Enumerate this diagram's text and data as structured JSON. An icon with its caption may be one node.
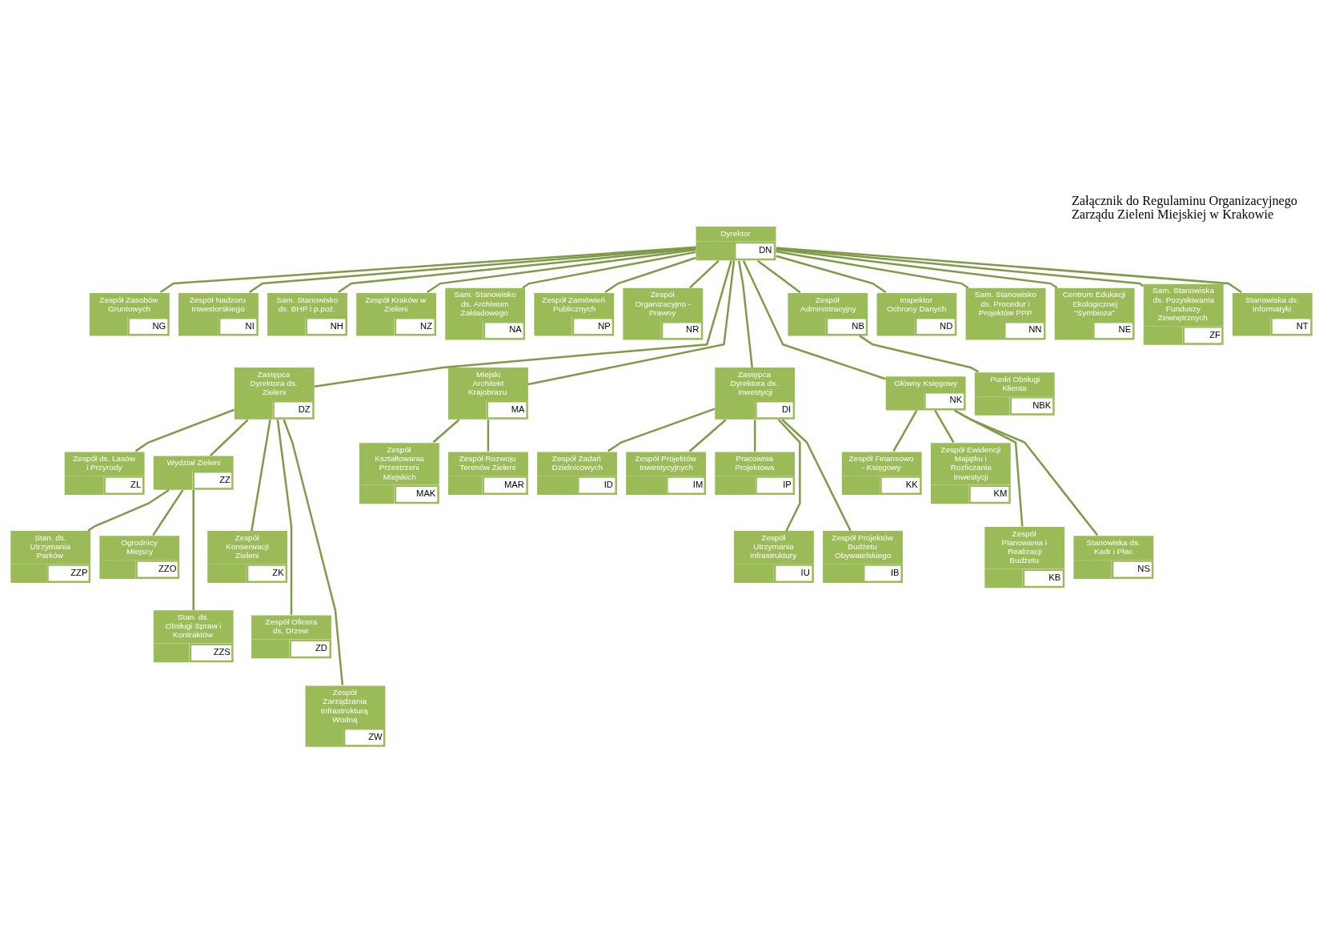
{
  "diagram": {
    "title": "Załącznik do Regulaminu Organizacyjnego Zarządu Zieleni Miejskiej w Krakowie",
    "nodes": [
      {
        "text": [
          "Dyrektor",
          "DN"
        ]
      },
      {
        "text": [
          "Zespół Zasobów Gruntowych",
          "NG"
        ]
      },
      {
        "text": [
          "Zespół Nadzoru Inwestorskiego",
          "NI"
        ]
      },
      {
        "text": [
          "Sam. Stanowisko ds. BHP i p.poż.",
          "NH"
        ]
      },
      {
        "text": [
          "Zespół Kraków w Zieleni",
          "NZ"
        ]
      },
      {
        "text": [
          "Sam. Stanowisko ds. Archiwum Zakładowego",
          "NA"
        ]
      },
      {
        "text": [
          "Zespół Zamówień Publicznych",
          "NP"
        ]
      },
      {
        "text": [
          "Zespół Organizacyjno - Prawny",
          "NR"
        ]
      },
      {
        "text": [
          "Zespół Administracyjny",
          "NB"
        ]
      },
      {
        "text": [
          "Inspektor Ochrony Danych",
          "ND"
        ]
      },
      {
        "text": [
          "Sam. Stanowisko ds. Procedur i Projektów PPP",
          "NN"
        ]
      },
      {
        "text": [
          "Punkt Obsługi Klienta",
          "NBK"
        ]
      },
      {
        "text": [
          "Centrum Edukacji Ekologicznej \"Symbioza\"",
          "NE"
        ]
      },
      {
        "text": [
          "Sam. Stanowiska ds. Pozyskiwania Funduszy Zewnętrznych",
          "ZF"
        ]
      },
      {
        "text": [
          "Stanowiska ds. Informatyki",
          "NT"
        ]
      },
      {
        "text": [
          "Zastępca Dyrektora ds. Zieleni",
          "DZ"
        ]
      },
      {
        "text": [
          "Miejski Architekt Krajobrazu",
          "MA"
        ]
      },
      {
        "text": [
          "Zastępca Dyrektora ds. Inwestycji",
          "DI"
        ]
      },
      {
        "text": [
          "Główny Księgowy",
          "NK"
        ]
      },
      {
        "text": [
          "Zespół ds. Lasów i Przyrody",
          "ZL"
        ]
      },
      {
        "text": [
          "Wydział Zieleni",
          "ZZ"
        ]
      },
      {
        "text": [
          "Zespół Kształtowania Przestrzeni Miejskich",
          "MAK"
        ]
      },
      {
        "text": [
          "Zespół Rozwoju Terenów Zieleni",
          "MAR"
        ]
      },
      {
        "text": [
          "Zespół Zadań Dzielnicowych",
          "ID"
        ]
      },
      {
        "text": [
          "Zespół Projektów Inwestycyjnych",
          "IM"
        ]
      },
      {
        "text": [
          "Pracownia Projektowa",
          "IP"
        ]
      },
      {
        "text": [
          "Zespół Finansowo - Księgowy",
          "KK"
        ]
      },
      {
        "text": [
          "Zespół Ewidencji Majątku i Rozliczania Inwestycji",
          "KM"
        ]
      },
      {
        "text": [
          "Zespół Konserwacji Zieleni",
          "ZK"
        ]
      },
      {
        "text": [
          "Stan. ds. Utrzymania Parków",
          "ZZP"
        ]
      },
      {
        "text": [
          "Ogrodnicy Miejscy",
          "ZZO"
        ]
      },
      {
        "text": [
          "Zespół Utrzymania Infrastruktury",
          "IU"
        ]
      },
      {
        "text": [
          "Zespół Projektów Budżetu Obywatelskiego",
          "IB"
        ]
      },
      {
        "text": [
          "Zespół Planowania i Realizacji Budżetu",
          "KB"
        ]
      },
      {
        "text": [
          "Stanowiska ds. Kadr i Płac",
          "NS"
        ]
      },
      {
        "text": [
          "Stan. ds. Obsługi Spraw i Kontraktów",
          "ZZS"
        ]
      },
      {
        "text": [
          "Zespół Oficera ds. Drzew",
          "ZD"
        ]
      },
      {
        "text": [
          "Zespół Zarządzania Infrastrukturą Wodną",
          "ZW"
        ]
      }
    ],
    "edges": [
      {
        "from": 0,
        "to": 1,
        "arrow": "none"
      },
      {
        "from": 0,
        "to": 2,
        "arrow": "none"
      },
      {
        "from": 0,
        "to": 3,
        "arrow": "none"
      },
      {
        "from": 0,
        "to": 4,
        "arrow": "none"
      },
      {
        "from": 0,
        "to": 5,
        "arrow": "none"
      },
      {
        "from": 0,
        "to": 6,
        "arrow": "none"
      },
      {
        "from": 0,
        "to": 7,
        "arrow": "none"
      },
      {
        "from": 0,
        "to": 15,
        "arrow": "none"
      },
      {
        "from": 0,
        "to": 16,
        "arrow": "none"
      },
      {
        "from": 0,
        "to": 17,
        "arrow": "none"
      },
      {
        "from": 0,
        "to": 18,
        "arrow": "none"
      },
      {
        "from": 0,
        "to": 8,
        "arrow": "none"
      },
      {
        "from": 0,
        "to": 9,
        "arrow": "none"
      },
      {
        "from": 0,
        "to": 10,
        "arrow": "none"
      },
      {
        "from": 8,
        "to": 11,
        "arrow": "none"
      },
      {
        "from": 0,
        "to": 12,
        "arrow": "none"
      },
      {
        "from": 0,
        "to": 13,
        "arrow": "none"
      },
      {
        "from": 0,
        "to": 14,
        "arrow": "none"
      },
      {
        "from": 15,
        "to": 19,
        "arrow": "none"
      },
      {
        "from": 15,
        "to": 20,
        "arrow": "none"
      },
      {
        "from": 16,
        "to": 21,
        "arrow": "none"
      },
      {
        "from": 16,
        "to": 22,
        "arrow": "none"
      },
      {
        "from": 17,
        "to": 23,
        "arrow": "none"
      },
      {
        "from": 17,
        "to": 24,
        "arrow": "none"
      },
      {
        "from": 17,
        "to": 25,
        "arrow": "none"
      },
      {
        "from": 18,
        "to": 26,
        "arrow": "none"
      },
      {
        "from": 18,
        "to": 27,
        "arrow": "none"
      },
      {
        "from": 15,
        "to": 28,
        "arrow": "none"
      },
      {
        "from": 20,
        "to": 29,
        "arrow": "none"
      },
      {
        "from": 20,
        "to": 30,
        "arrow": "none"
      },
      {
        "from": 17,
        "to": 31,
        "arrow": "none"
      },
      {
        "from": 17,
        "to": 32,
        "arrow": "none"
      },
      {
        "from": 18,
        "to": 33,
        "arrow": "none"
      },
      {
        "from": 18,
        "to": 34,
        "arrow": "none"
      },
      {
        "from": 20,
        "to": 35,
        "arrow": "none"
      },
      {
        "from": 15,
        "to": 36,
        "arrow": "none"
      },
      {
        "from": 15,
        "to": 37,
        "arrow": "none"
      }
    ]
  }
}
